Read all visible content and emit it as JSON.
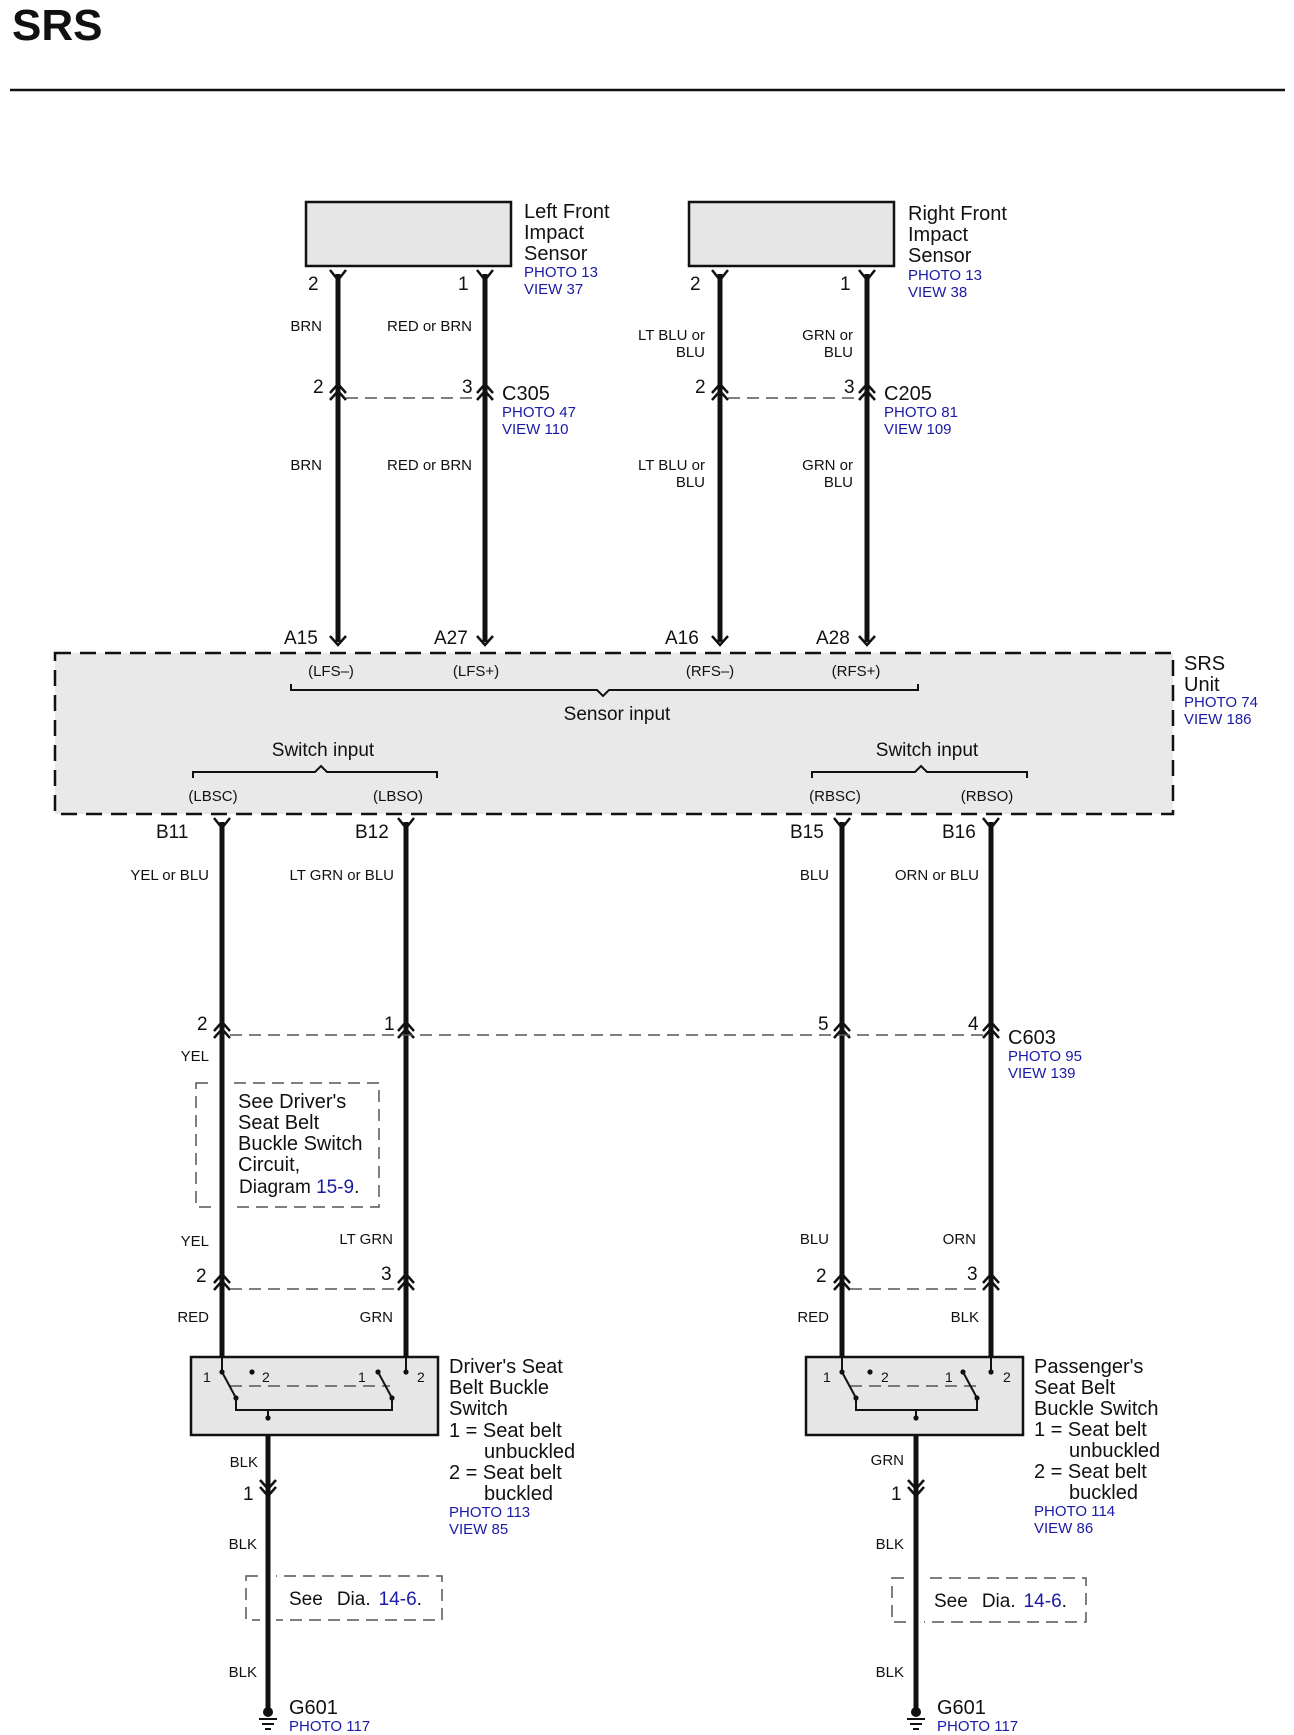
{
  "page_title": "SRS",
  "sensors": {
    "left": {
      "name_lines": [
        "Left Front",
        "Impact",
        "Sensor"
      ],
      "photo": "PHOTO 13",
      "view": "VIEW 37",
      "pins": [
        "2",
        "1"
      ]
    },
    "right": {
      "name_lines": [
        "Right Front",
        "Impact",
        "Sensor"
      ],
      "photo": "PHOTO 13",
      "view": "VIEW 38",
      "pins": [
        "2",
        "1"
      ]
    }
  },
  "wires": {
    "brn": "BRN",
    "red_or_brn": "RED or BRN",
    "lt_blu_or": "LT BLU or",
    "blu": "BLU",
    "grn_or": "GRN or",
    "yel_or_blu": "YEL or BLU",
    "lt_grn_or_blu": "LT GRN or BLU",
    "orn_or_blu": "ORN or BLU",
    "yel": "YEL",
    "lt_grn": "LT GRN",
    "orn": "ORN",
    "red": "RED",
    "grn": "GRN",
    "blk": "BLK"
  },
  "connectors": {
    "c305": {
      "name": "C305",
      "photo": "PHOTO 47",
      "view": "VIEW 110",
      "pins": [
        "2",
        "3"
      ]
    },
    "c205": {
      "name": "C205",
      "photo": "PHOTO 81",
      "view": "VIEW 109",
      "pins": [
        "2",
        "3"
      ]
    },
    "c603": {
      "name": "C603",
      "photo": "PHOTO 95",
      "view": "VIEW 139",
      "pins": [
        "2",
        "1",
        "5",
        "4"
      ]
    },
    "driver_sw": {
      "pins": [
        "2",
        "3"
      ]
    },
    "pass_sw": {
      "pins": [
        "2",
        "3"
      ]
    }
  },
  "srs_unit": {
    "name_lines": [
      "SRS",
      "Unit"
    ],
    "photo": "PHOTO 74",
    "view": "VIEW 186",
    "top_pins": [
      "A15",
      "A27",
      "A16",
      "A28"
    ],
    "top_signals": [
      "(LFS–)",
      "(LFS+)",
      "(RFS–)",
      "(RFS+)"
    ],
    "sensor_input": "Sensor input",
    "switch_input_left": "Switch input",
    "switch_input_right": "Switch input",
    "bottom_signals": [
      "(LBSC)",
      "(LBSO)",
      "(RBSC)",
      "(RBSO)"
    ],
    "bottom_pins": [
      "B11",
      "B12",
      "B15",
      "B16"
    ]
  },
  "driver_note": {
    "lines": [
      "See Driver's",
      "Seat Belt",
      "Buckle Switch",
      "Circuit,"
    ],
    "diagram_word": "Diagram",
    "diagram_ref": "15-9",
    "period": "."
  },
  "driver_switch": {
    "name_lines": [
      "Driver's Seat",
      "Belt Buckle",
      "Switch"
    ],
    "legend": [
      "1 = Seat belt",
      "unbuckled",
      "2 = Seat belt",
      "buckled"
    ],
    "photo": "PHOTO 113",
    "view": "VIEW 85",
    "contact_labels": [
      "1",
      "2",
      "1",
      "2"
    ]
  },
  "passenger_switch": {
    "name_lines": [
      "Passenger's",
      "Seat Belt",
      "Buckle Switch"
    ],
    "legend": [
      "1 = Seat belt",
      "unbuckled",
      "2 = Seat belt",
      "buckled"
    ],
    "photo": "PHOTO 114",
    "view": "VIEW 86",
    "contact_labels": [
      "1",
      "2",
      "1",
      "2"
    ]
  },
  "ground_pin": "1",
  "see_dia": {
    "see": "See",
    "dia": "Dia.",
    "ref": "14-6",
    "period": "."
  },
  "ground": {
    "name": "G601",
    "photo": "PHOTO 117"
  }
}
